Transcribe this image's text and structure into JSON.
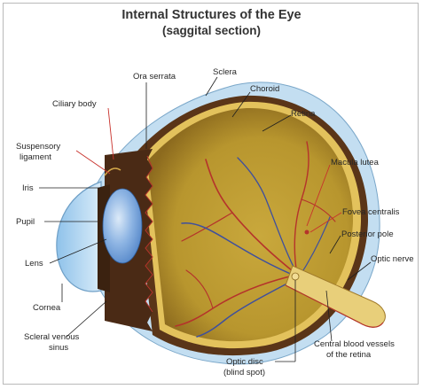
{
  "title": "Internal Structures of the Eye",
  "subtitle": "(saggital section)",
  "labels": {
    "ora_serrata": "Ora serrata",
    "sclera": "Sclera",
    "choroid": "Choroid",
    "retina": "Retina",
    "ciliary_body": "Ciliary body",
    "suspensory_ligament_1": "Suspensory",
    "suspensory_ligament_2": "ligament",
    "iris": "Iris",
    "pupil": "Pupil",
    "lens": "Lens",
    "cornea": "Cornea",
    "scleral_venous_sinus_1": "Scleral venous",
    "scleral_venous_sinus_2": "sinus",
    "macula_lutea": "Macula lutea",
    "fovea_centralis": "Fovea centralis",
    "posterior_pole": "Posterior pole",
    "optic_nerve": "Optic nerve",
    "central_vessels_1": "Central blood vessels",
    "central_vessels_2": "of the retina",
    "optic_disc_1": "Optic disc",
    "optic_disc_2": "(blind spot)"
  },
  "colors": {
    "sclera": "#c6e0f2",
    "choroid": "#6b3a1f",
    "retina": "#d7b24a",
    "vitreous": "#bfa034",
    "iris": "#4a2a15",
    "lens": "#6f9fd6",
    "cornea": "#a9d3ef",
    "vessel_red": "#b5332b",
    "vessel_blue": "#3e4f9e",
    "optic_nerve": "#e8cf7a"
  }
}
